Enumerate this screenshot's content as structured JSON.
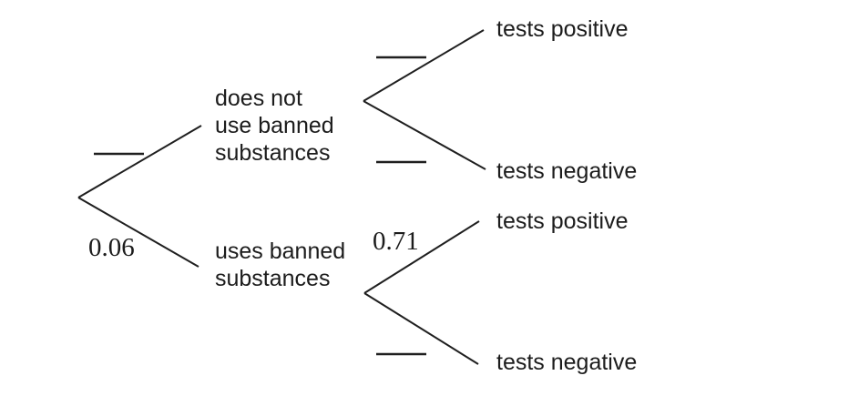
{
  "diagram": {
    "type": "probability-tree",
    "colors": {
      "background": "#ffffff",
      "line": "#1f1f1f",
      "text": "#1c1c1c"
    },
    "level1": [
      {
        "id": "does-not-use",
        "probability": "",
        "probability_blank": true,
        "label_lines": [
          "does not",
          "use banned",
          "substances"
        ]
      },
      {
        "id": "uses",
        "probability": "0.06",
        "probability_blank": false,
        "label_lines": [
          "uses banned",
          "substances"
        ]
      }
    ],
    "level2": [
      {
        "parent": "does-not-use",
        "outcome": "tests positive",
        "probability": "",
        "probability_blank": true
      },
      {
        "parent": "does-not-use",
        "outcome": "tests negative",
        "probability": "",
        "probability_blank": true
      },
      {
        "parent": "uses",
        "outcome": "tests positive",
        "probability": "0.71",
        "probability_blank": false
      },
      {
        "parent": "uses",
        "outcome": "tests negative",
        "probability": "",
        "probability_blank": true
      }
    ]
  }
}
